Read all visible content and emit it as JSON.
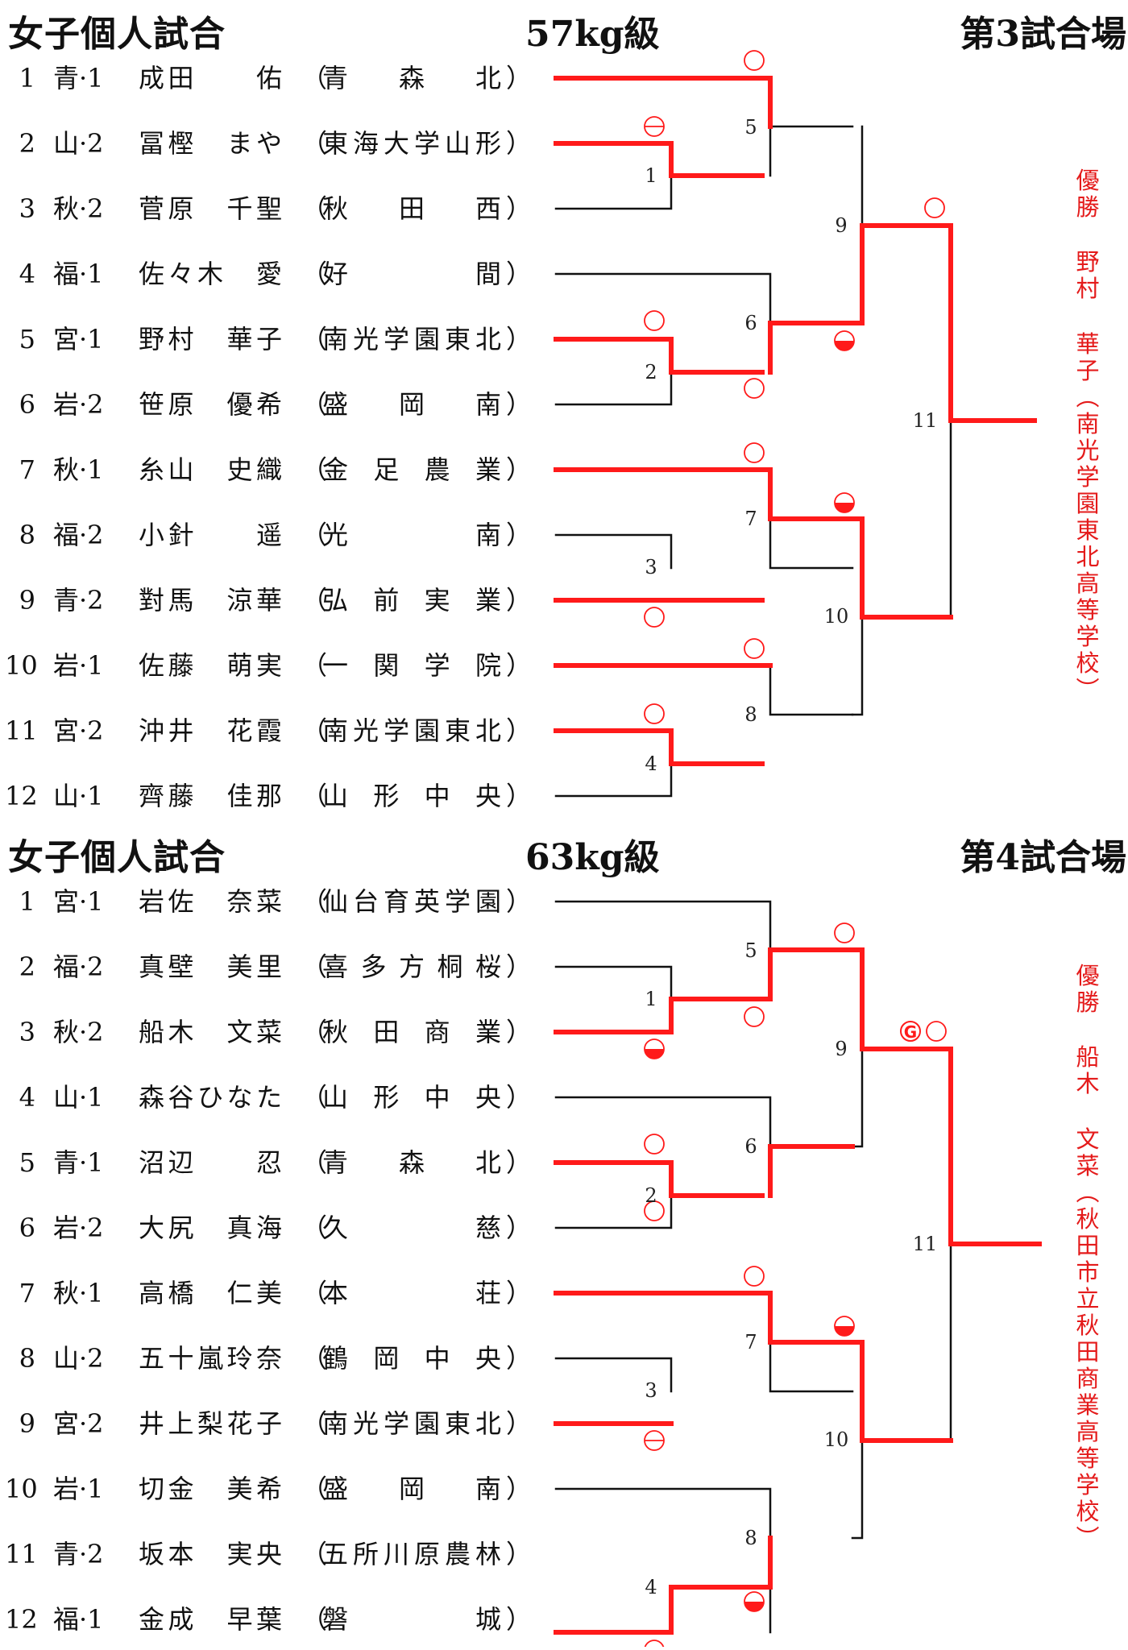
{
  "brackets": [
    {
      "title": "女子個人試合",
      "weight_class": "57kg級",
      "venue": "第3試合場",
      "players": [
        {
          "no": "1",
          "pref": "青·1",
          "name": "成田　　佑",
          "school": "青森北"
        },
        {
          "no": "2",
          "pref": "山·2",
          "name": "冨樫　まや",
          "school": "東海大学山形"
        },
        {
          "no": "3",
          "pref": "秋·2",
          "name": "菅原　千聖",
          "school": "秋田西"
        },
        {
          "no": "4",
          "pref": "福·1",
          "name": "佐々木　愛",
          "school": "好間"
        },
        {
          "no": "5",
          "pref": "宮·1",
          "name": "野村　華子",
          "school": "南光学園東北"
        },
        {
          "no": "6",
          "pref": "岩·2",
          "name": "笹原　優希",
          "school": "盛岡南"
        },
        {
          "no": "7",
          "pref": "秋·1",
          "name": "糸山　史織",
          "school": "金足農業"
        },
        {
          "no": "8",
          "pref": "福·2",
          "name": "小針　　遥",
          "school": "光南"
        },
        {
          "no": "9",
          "pref": "青·2",
          "name": "對馬　涼華",
          "school": "弘前実業"
        },
        {
          "no": "10",
          "pref": "岩·1",
          "name": "佐藤　萌実",
          "school": "一関学院"
        },
        {
          "no": "11",
          "pref": "宮·2",
          "name": "沖井　花霞",
          "school": "南光学園東北"
        },
        {
          "no": "12",
          "pref": "山·1",
          "name": "齊藤　佳那",
          "school": "山形中央"
        }
      ],
      "match_numbers": [
        "1",
        "2",
        "3",
        "4",
        "5",
        "6",
        "7",
        "8",
        "9",
        "10",
        "11"
      ],
      "winner": {
        "label": "優勝",
        "name": "野村　華子",
        "school": "南光学園東北高等学校"
      }
    },
    {
      "title": "女子個人試合",
      "weight_class": "63kg級",
      "venue": "第4試合場",
      "players": [
        {
          "no": "1",
          "pref": "宮·1",
          "name": "岩佐　奈菜",
          "school": "仙台育英学園"
        },
        {
          "no": "2",
          "pref": "福·2",
          "name": "真壁　美里",
          "school": "喜多方桐桜"
        },
        {
          "no": "3",
          "pref": "秋·2",
          "name": "船木　文菜",
          "school": "秋田商業"
        },
        {
          "no": "4",
          "pref": "山·1",
          "name": "森谷ひなた",
          "school": "山形中央"
        },
        {
          "no": "5",
          "pref": "青·1",
          "name": "沼辺　　忍",
          "school": "青森北"
        },
        {
          "no": "6",
          "pref": "岩·2",
          "name": "大尻　真海",
          "school": "久慈"
        },
        {
          "no": "7",
          "pref": "秋·1",
          "name": "高橋　仁美",
          "school": "本荘"
        },
        {
          "no": "8",
          "pref": "山·2",
          "name": "五十嵐玲奈",
          "school": "鶴岡中央"
        },
        {
          "no": "9",
          "pref": "宮·2",
          "name": "井上梨花子",
          "school": "南光学園東北"
        },
        {
          "no": "10",
          "pref": "岩·1",
          "name": "切金　美希",
          "school": "盛岡南"
        },
        {
          "no": "11",
          "pref": "青·2",
          "name": "坂本　実央",
          "school": "五所川原農林"
        },
        {
          "no": "12",
          "pref": "福·1",
          "name": "金成　早葉",
          "school": "磐城"
        }
      ],
      "match_numbers": [
        "1",
        "2",
        "3",
        "4",
        "5",
        "6",
        "7",
        "8",
        "9",
        "10",
        "11"
      ],
      "golden_score_mark": "G",
      "winner": {
        "label": "優勝",
        "name": "船木　文菜",
        "school": "秋田市立秋田商業高等学校"
      }
    }
  ],
  "colors": {
    "winner_line": "#ff1a1a",
    "loser_line": "#111111",
    "winner_text": "#e41b1b"
  }
}
